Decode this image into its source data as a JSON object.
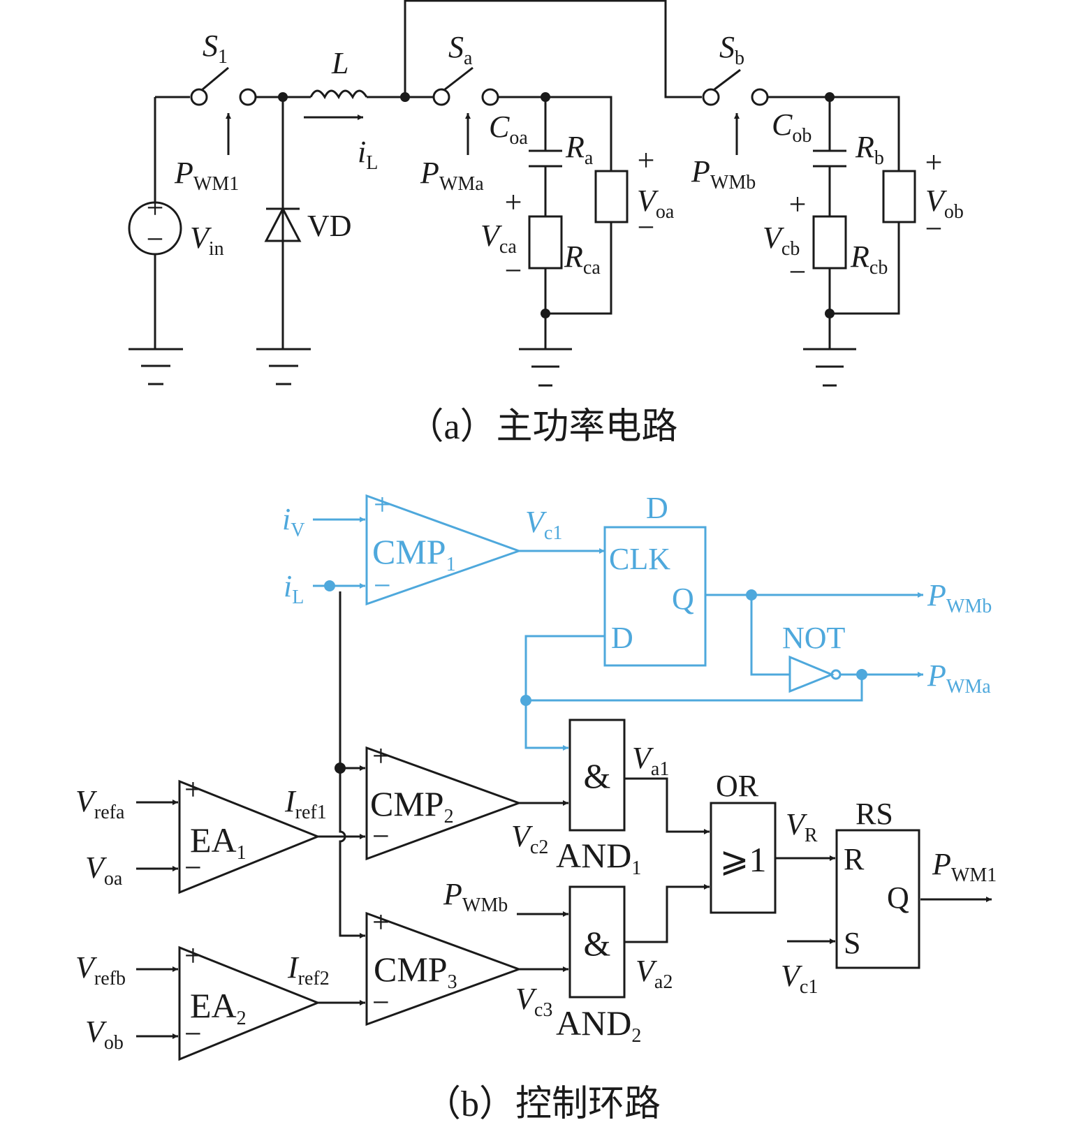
{
  "figure": {
    "caption_a": "（a）主功率电路",
    "caption_b": "（b）控制环路",
    "colors": {
      "wire": "#1a1a1a",
      "accent": "#4ea8dc"
    }
  },
  "power_circuit": {
    "s1": {
      "main": "S",
      "sub": "1"
    },
    "l": {
      "main": "L"
    },
    "sa": {
      "main": "S",
      "sub": "a"
    },
    "sb": {
      "main": "S",
      "sub": "b"
    },
    "il": {
      "main": "i",
      "sub": "L"
    },
    "pwm1": {
      "main": "P",
      "sub": "WM1"
    },
    "pwma": {
      "main": "P",
      "sub": "WMa"
    },
    "pwmb": {
      "main": "P",
      "sub": "WMb"
    },
    "vin": {
      "main": "V",
      "sub": "in"
    },
    "vd": "VD",
    "coa": {
      "main": "C",
      "sub": "oa"
    },
    "cob": {
      "main": "C",
      "sub": "ob"
    },
    "ra": {
      "main": "R",
      "sub": "a"
    },
    "rb": {
      "main": "R",
      "sub": "b"
    },
    "rca": {
      "main": "R",
      "sub": "ca"
    },
    "rcb": {
      "main": "R",
      "sub": "cb"
    },
    "vca": {
      "main": "V",
      "sub": "ca"
    },
    "vcb": {
      "main": "V",
      "sub": "cb"
    },
    "voa": {
      "main": "V",
      "sub": "oa"
    },
    "vob": {
      "main": "V",
      "sub": "ob"
    },
    "plus": "+",
    "minus": "−"
  },
  "control_loop": {
    "iv": {
      "main": "i",
      "sub": "V"
    },
    "il": {
      "main": "i",
      "sub": "L"
    },
    "cmp1": {
      "main": "CMP",
      "sub": "1"
    },
    "cmp2": {
      "main": "CMP",
      "sub": "2"
    },
    "cmp3": {
      "main": "CMP",
      "sub": "3"
    },
    "ea1": {
      "main": "EA",
      "sub": "1"
    },
    "ea2": {
      "main": "EA",
      "sub": "2"
    },
    "vc1": {
      "main": "V",
      "sub": "c1"
    },
    "vc2": {
      "main": "V",
      "sub": "c2"
    },
    "vc3": {
      "main": "V",
      "sub": "c3"
    },
    "va1": {
      "main": "V",
      "sub": "a1"
    },
    "va2": {
      "main": "V",
      "sub": "a2"
    },
    "vr": {
      "main": "V",
      "sub": "R"
    },
    "vrefa": {
      "main": "V",
      "sub": "refa"
    },
    "vrefb": {
      "main": "V",
      "sub": "refb"
    },
    "voa": {
      "main": "V",
      "sub": "oa"
    },
    "vob": {
      "main": "V",
      "sub": "ob"
    },
    "iref1": {
      "main": "I",
      "sub": "ref1"
    },
    "iref2": {
      "main": "I",
      "sub": "ref2"
    },
    "pwmb": {
      "main": "P",
      "sub": "WMb"
    },
    "pwma": {
      "main": "P",
      "sub": "WMa"
    },
    "pwm1": {
      "main": "P",
      "sub": "WM1"
    },
    "dff_title": "D",
    "dff_clk": "CLK",
    "dff_q": "Q",
    "dff_d": "D",
    "not_label": "NOT",
    "and_symbol": "&",
    "and1": {
      "main": "AND",
      "sub": "1"
    },
    "and2": {
      "main": "AND",
      "sub": "2"
    },
    "or_label": "OR",
    "or_symbol": "⩾1",
    "rs_label": "RS",
    "rs_r": "R",
    "rs_s": "S",
    "rs_q": "Q",
    "plus": "+",
    "minus": "−"
  }
}
